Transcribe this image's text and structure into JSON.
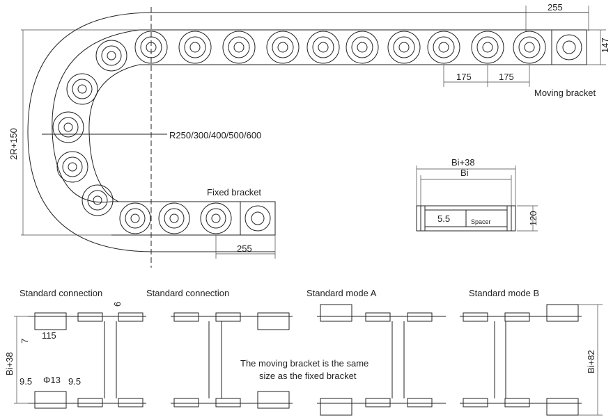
{
  "main_view": {
    "dim_top_right": "255",
    "dim_height_right": "147",
    "dim_pitch_left": "175",
    "dim_pitch_right": "175",
    "moving_bracket": "Moving bracket",
    "radius_label": "R250/300/400/500/600",
    "height_label": "2R+150",
    "fixed_bracket": "Fixed bracket",
    "dim_bottom": "255"
  },
  "section_view": {
    "outer_width": "Bi+38",
    "inner_width": "Bi",
    "dim_small": "5.5",
    "spacer": "Spacer",
    "height": "120"
  },
  "bottom_views": {
    "title_1": "Standard connection",
    "title_2": "Standard connection",
    "title_3": "Standard mode A",
    "title_4": "Standard mode B",
    "dim_6": "6",
    "dim_7": "7",
    "dim_115": "115",
    "dim_bi38": "Bi+38",
    "dim_phi13": "Φ13",
    "dim_95_left": "9.5",
    "dim_95_right": "9.5",
    "dim_bi82": "Bi+82",
    "note_line1": "The moving bracket is the same",
    "note_line2": "size as the fixed bracket"
  }
}
